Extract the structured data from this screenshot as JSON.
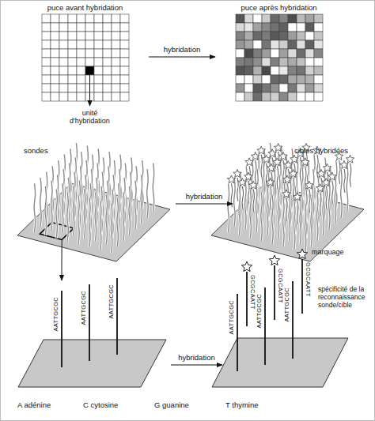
{
  "diagram": {
    "nodes": [
      {
        "text": [
          "puce avant hybridation"
        ]
      },
      {
        "text": [
          "puce après hybridation"
        ]
      },
      {
        "text": [
          "sondes"
        ]
      },
      {
        "text": [
          "cibles hybridées"
        ]
      },
      {
        "text": [
          "AATTGCGC",
          "AATTGCGC",
          "AATTGCGC"
        ]
      },
      {
        "text": [
          "AATTGCGC",
          "GCGCAATT",
          "AATTGCGC",
          "GCGCAATT",
          "AATTGCGC",
          "GCGCAATT"
        ]
      }
    ],
    "edges": [
      {
        "from": 0,
        "to": 1,
        "label": "hybridation",
        "arrow": "to"
      },
      {
        "from": 2,
        "to": 3,
        "label": "hybridation",
        "arrow": "to"
      },
      {
        "from": 4,
        "to": 5,
        "label": "hybridation",
        "arrow": "to"
      },
      {
        "from": 2,
        "to": 4,
        "arrow": "to"
      }
    ],
    "labels": [
      "unité d'hybridation",
      "marquage",
      "spécificité de la reconnaissance sonde/cible"
    ],
    "legend": [
      {
        "text": "A adénine"
      },
      {
        "text": "C cytosine"
      },
      {
        "text": "G guanine"
      },
      {
        "text": "T thymine"
      }
    ]
  }
}
